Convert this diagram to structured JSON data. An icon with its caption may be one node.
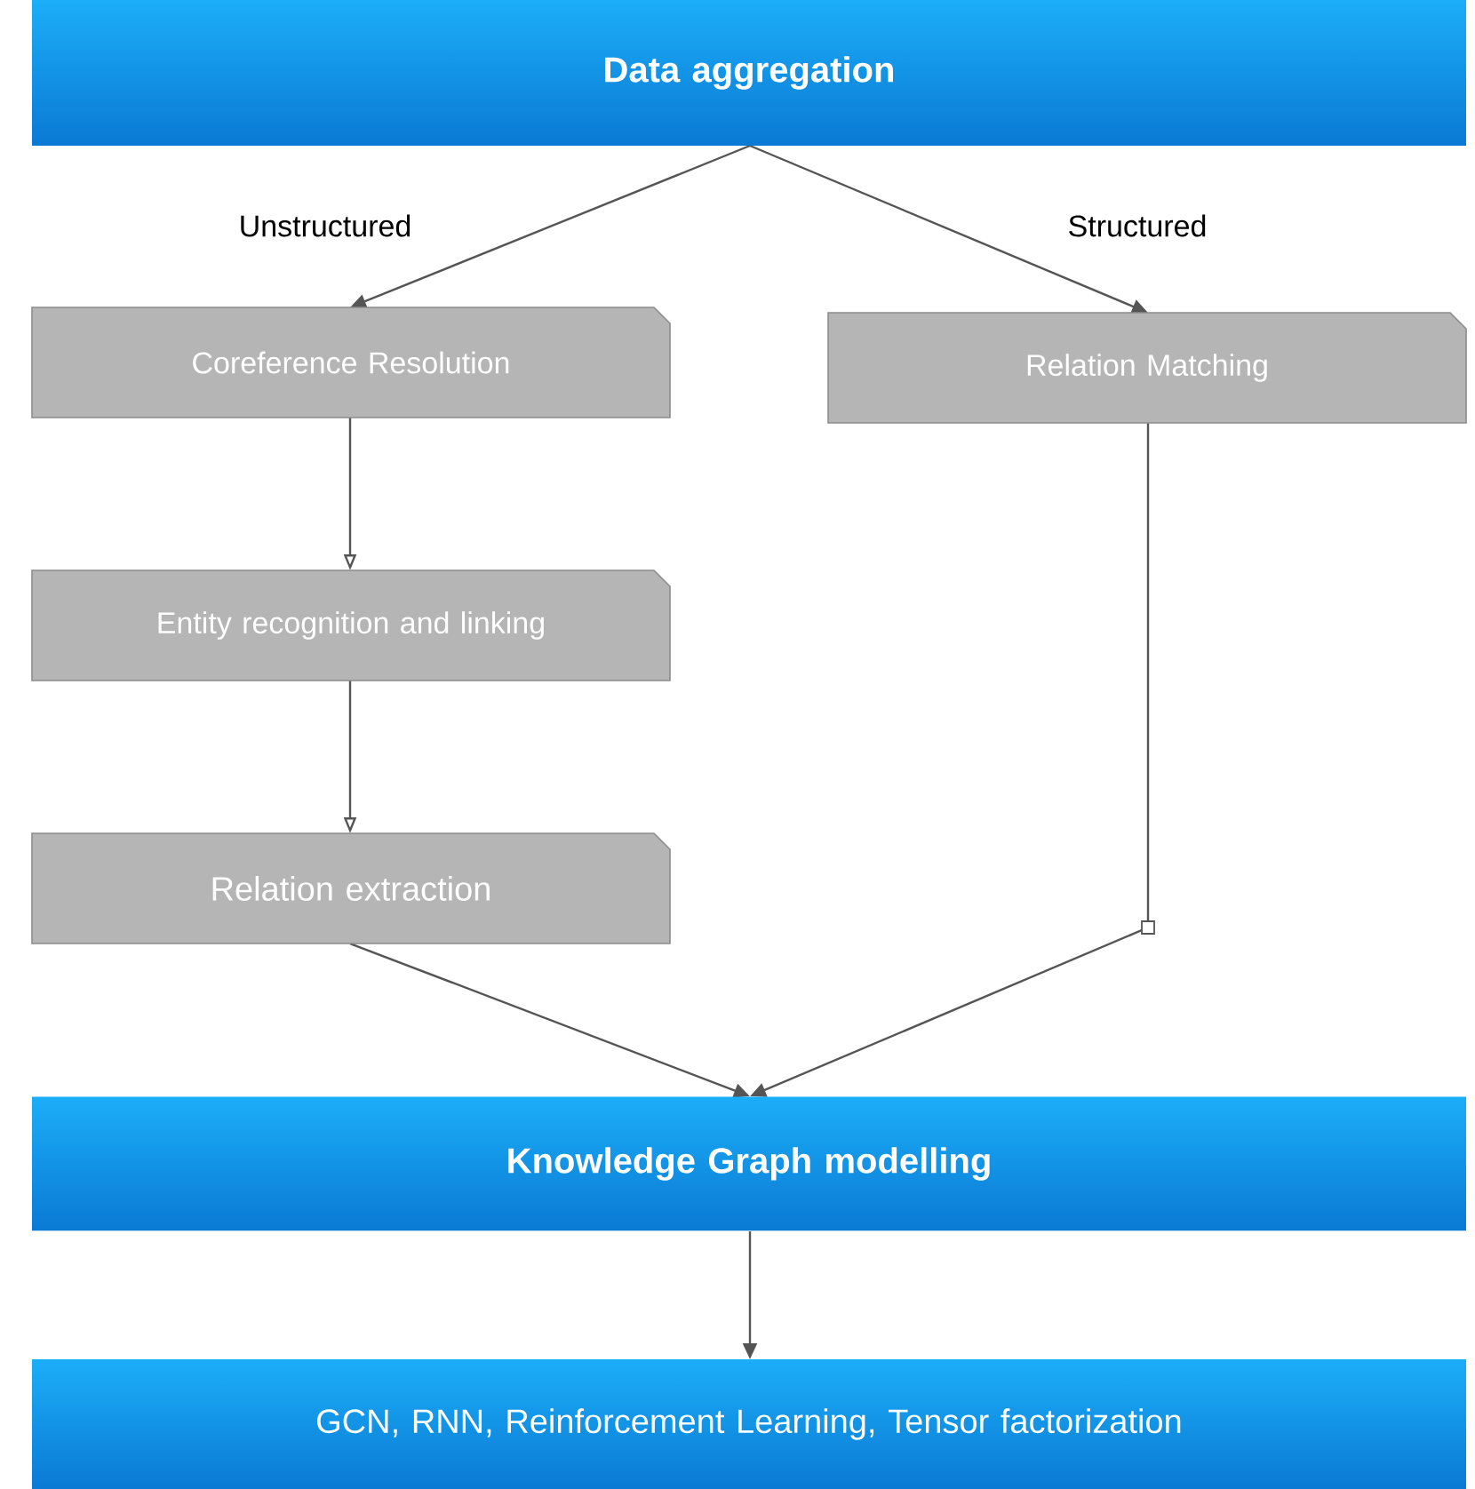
{
  "diagram": {
    "nodes": [
      {
        "text": [
          "Data aggregation"
        ]
      },
      {
        "text": [
          "Coreference Resolution"
        ]
      },
      {
        "text": [
          "Relation Matching"
        ]
      },
      {
        "text": [
          "Entity recognition and linking"
        ]
      },
      {
        "text": [
          "Relation extraction"
        ]
      },
      {
        "text": [
          "Knowledge Graph modelling"
        ]
      },
      {
        "text": [
          "GCN, RNN, Reinforcement Learning, Tensor factorization"
        ]
      }
    ],
    "edges": [
      {
        "from": 0,
        "to": 1,
        "arrow": "to",
        "label": "Unstructured"
      },
      {
        "from": 0,
        "to": 2,
        "arrow": "to",
        "label": "Structured"
      },
      {
        "from": 1,
        "to": 3,
        "arrow": "to"
      },
      {
        "from": 3,
        "to": 4,
        "arrow": "to"
      },
      {
        "from": 4,
        "to": 5,
        "arrow": "to"
      },
      {
        "from": 2,
        "to": 5,
        "arrow": "to"
      },
      {
        "from": 5,
        "to": 6,
        "arrow": "to"
      }
    ]
  }
}
